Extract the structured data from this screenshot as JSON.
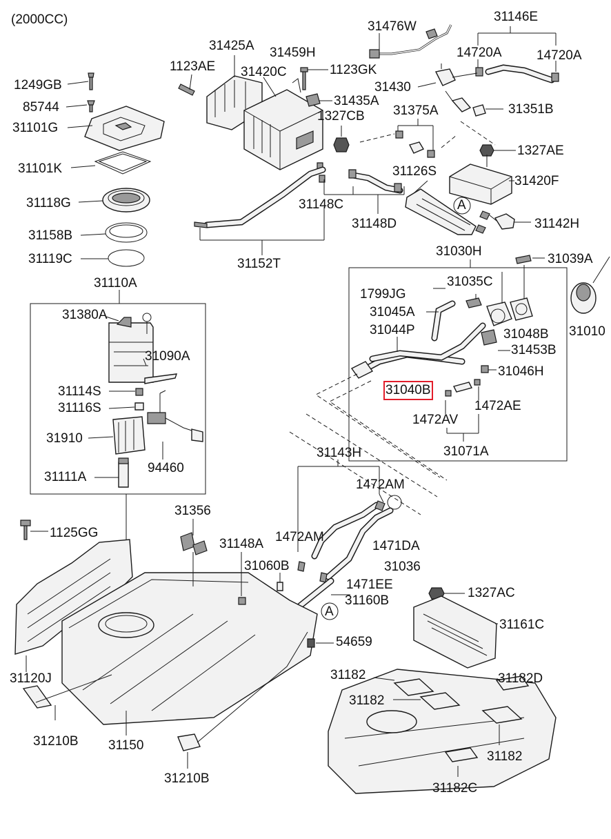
{
  "variant": "(2000CC)",
  "section_ref": "A",
  "highlighted": "31040B",
  "labels": {
    "p1249GB": "1249GB",
    "p85744": "85744",
    "p31101G": "31101G",
    "p31101K": "31101K",
    "p31118G": "31118G",
    "p31158B": "31158B",
    "p31119C": "31119C",
    "p31110A": "31110A",
    "p31380A": "31380A",
    "p31090A": "31090A",
    "p31114S": "31114S",
    "p31116S": "31116S",
    "p31910": "31910",
    "p94460": "94460",
    "p31111A": "31111A",
    "p31425A": "31425A",
    "p1123AE": "1123AE",
    "p31420C": "31420C",
    "p31459H": "31459H",
    "p1123GK": "1123GK",
    "p31435A": "31435A",
    "p1327CB": "1327CB",
    "p31148C": "31148C",
    "p31152T": "31152T",
    "p31476W": "31476W",
    "p31146E": "31146E",
    "p14720A_1": "14720A",
    "p14720A_2": "14720A",
    "p31430": "31430",
    "p31375A": "31375A",
    "p31351B": "31351B",
    "p1327AE": "1327AE",
    "p31126S": "31126S",
    "p31420F": "31420F",
    "p31148D": "31148D",
    "p31142H": "31142H",
    "p31030H": "31030H",
    "p31039A": "31039A",
    "p1799JG": "1799JG",
    "p31035C": "31035C",
    "p31045A": "31045A",
    "p31044P": "31044P",
    "p31048B": "31048B",
    "p31453B": "31453B",
    "p31010": "31010",
    "p31046H": "31046H",
    "p31040B": "31040B",
    "p1472AV": "1472AV",
    "p1472AE": "1472AE",
    "p31071A": "31071A",
    "p31143H": "31143H",
    "p1472AM_1": "1472AM",
    "p1472AM_2": "1472AM",
    "p1471DA": "1471DA",
    "p31036": "31036",
    "p1471EE": "1471EE",
    "p31160B": "31160B",
    "p31356": "31356",
    "p31148A": "31148A",
    "p31060B": "31060B",
    "p1125GG": "1125GG",
    "p1327AC": "1327AC",
    "p31161C": "31161C",
    "p54659": "54659",
    "p31182_1": "31182",
    "p31182D": "31182D",
    "p31182_2": "31182",
    "p31182_3": "31182",
    "p31182C": "31182C",
    "p31120J": "31120J",
    "p31210B_1": "31210B",
    "p31150": "31150",
    "p31210B_2": "31210B"
  }
}
